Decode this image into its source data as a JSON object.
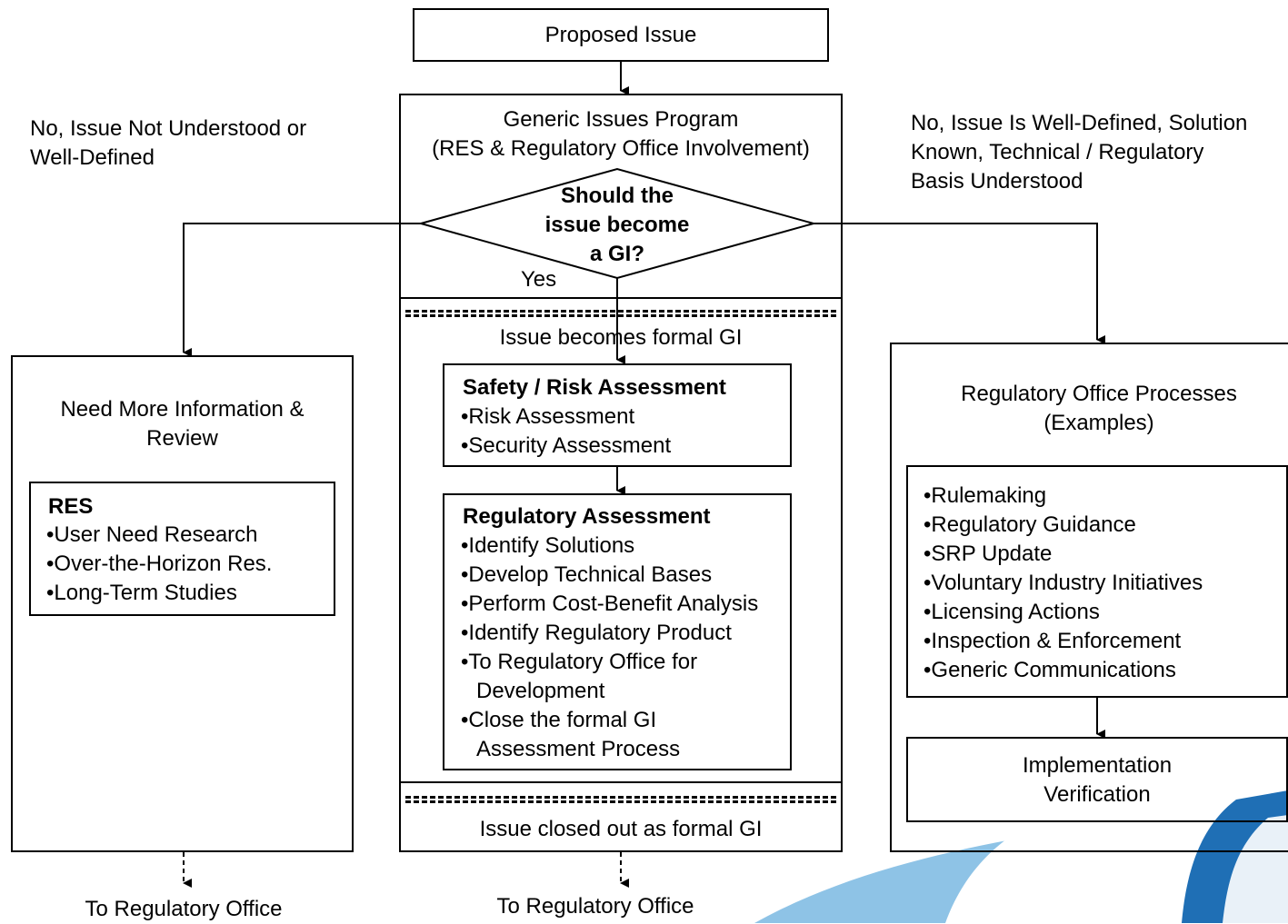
{
  "proposed_issue": "Proposed Issue",
  "program": {
    "line1": "Generic Issues Program",
    "line2": "(RES & Regulatory Office Involvement)"
  },
  "decision": {
    "line1": "Should the",
    "line2": "issue become",
    "line3": "a GI?",
    "yes": "Yes"
  },
  "left_branch_label": {
    "line1": "No, Issue Not Understood or",
    "line2": "Well-Defined"
  },
  "right_branch_label": {
    "line1": "No, Issue Is Well-Defined, Solution",
    "line2": "Known, Technical / Regulatory",
    "line3": "Basis Understood"
  },
  "left_box": {
    "title1": "Need More Information &",
    "title2": "Review",
    "res": {
      "heading": "RES",
      "items": [
        "•User Need Research",
        "•Over-the-Horizon Res.",
        "•Long-Term Studies"
      ]
    }
  },
  "center": {
    "becomes_gi": "Issue becomes formal GI",
    "safety": {
      "heading": "Safety / Risk Assessment",
      "items": [
        "•Risk Assessment",
        "•Security Assessment"
      ]
    },
    "regulatory": {
      "heading": "Regulatory Assessment",
      "items": [
        "•Identify Solutions",
        "•Develop Technical Bases",
        "•Perform Cost-Benefit Analysis",
        "•Identify Regulatory Product",
        "•To Regulatory Office for",
        "Development",
        "•Close the formal GI",
        "Assessment Process"
      ]
    },
    "closed": "Issue closed out as formal GI"
  },
  "right_box": {
    "title1": "Regulatory Office Processes",
    "title2": "(Examples)",
    "items": [
      "•Rulemaking",
      "•Regulatory Guidance",
      "•SRP Update",
      "•Voluntary Industry Initiatives",
      "•Licensing Actions",
      "•Inspection & Enforcement",
      "•Generic Communications"
    ],
    "impl1": "Implementation",
    "impl2": "Verification"
  },
  "to_office_left": "To Regulatory Office",
  "to_office_center": "To Regulatory Office",
  "colors": {
    "swoosh_light": "#8ec3e6",
    "swoosh_dark": "#1f6fb5"
  }
}
